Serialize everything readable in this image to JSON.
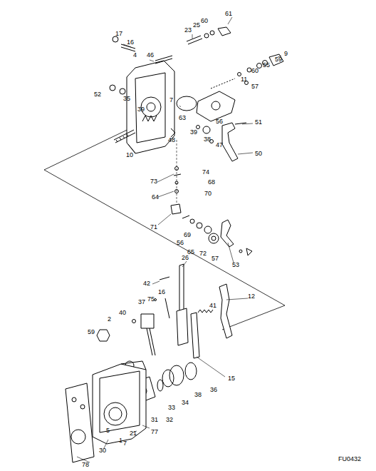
{
  "diagram": {
    "labels": [
      "17",
      "16",
      "23",
      "25",
      "60",
      "61",
      "4",
      "46",
      "9",
      "59",
      "55",
      "60",
      "11",
      "57",
      "52",
      "35",
      "7",
      "39",
      "56",
      "63",
      "51",
      "39",
      "38",
      "47",
      "50",
      "48",
      "10",
      "73",
      "74",
      "68",
      "70",
      "64",
      "71",
      "69",
      "56",
      "65",
      "72",
      "57",
      "53",
      "26",
      "42",
      "16",
      "75",
      "12",
      "37",
      "41",
      "40",
      "2",
      "59",
      "15",
      "36",
      "38",
      "34",
      "33",
      "32",
      "31",
      "77",
      "21",
      "7",
      "5",
      "1",
      "30",
      "78",
      "FU0432"
    ]
  }
}
